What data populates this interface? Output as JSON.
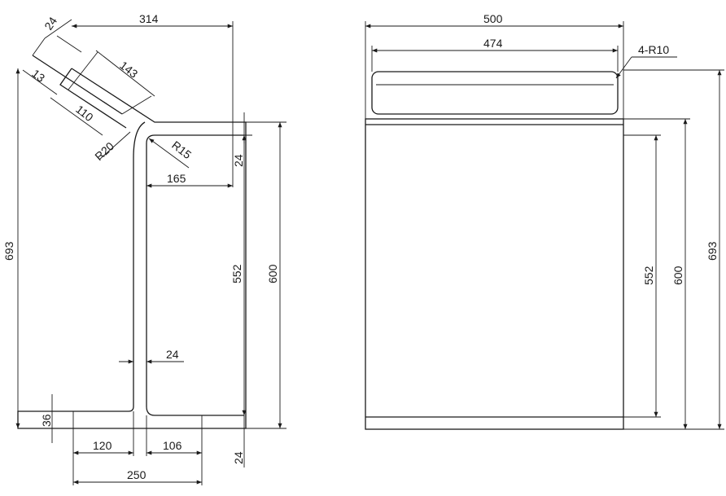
{
  "left_view": {
    "dims": {
      "flange_thickness": "24",
      "top_width": "314",
      "lip_length": "143",
      "lip_offset": "13",
      "lip_inner": "110",
      "root_radius_outer": "R20",
      "root_radius_inner": "R15",
      "inner_width": "165",
      "top_thickness": "24",
      "total_height": "693",
      "inner_height": "552",
      "height": "600",
      "web_thickness": "24",
      "foot_height": "36",
      "foot_left": "120",
      "foot_right": "106",
      "bottom_thickness": "24",
      "base_width": "250"
    }
  },
  "right_view": {
    "dims": {
      "outer_width": "500",
      "inner_width": "474",
      "corner_radius": "4-R10",
      "inner_height": "552",
      "height": "600",
      "total_height": "693"
    }
  }
}
